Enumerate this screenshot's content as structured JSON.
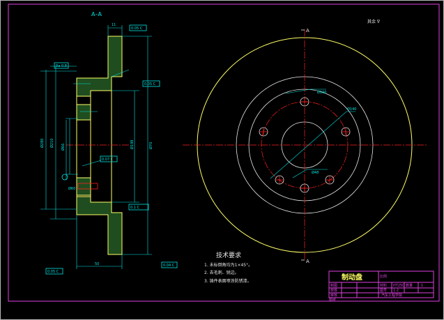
{
  "section": {
    "label": "A–A",
    "callouts": [
      {
        "id": "c1",
        "text": "0.05 C"
      },
      {
        "id": "c2",
        "text": "Ra 0.8"
      },
      {
        "id": "c3",
        "text": "0.05 C"
      },
      {
        "id": "c4",
        "text": "0.07 C"
      },
      {
        "id": "c5",
        "text": "0.1 C"
      },
      {
        "id": "c6",
        "text": "0.04 C"
      }
    ],
    "dims": [
      "Ø66",
      "Ø70",
      "Ø198",
      "Ø210",
      "Ø280",
      "Ø60",
      "11",
      "50"
    ]
  },
  "front_view": {
    "section_marks": [
      "A",
      "A"
    ],
    "dims": [
      "Ø100",
      "Ø48",
      "Ø140"
    ],
    "corner_note": "其余 ∇"
  },
  "notes": {
    "title": "技术要求",
    "items": [
      "1. 未标倒角均为1×45°。",
      "2. 去毛刺、锐边。",
      "3. 铸件表面喷涂防锈漆。"
    ]
  },
  "title_block": {
    "part_name": "制动盘",
    "cells": [
      "制图",
      "校核",
      "审核",
      "比例",
      "材料",
      "HT250",
      "数量",
      "1",
      "图号",
      "1:2",
      "汽车工程学院"
    ],
    "footer": "图纸"
  },
  "colors": {
    "frame": "#e040e0",
    "dimension": "#00e5e5",
    "outline": "#ffff66",
    "centerline": "#ff2020",
    "text": "#e6e6e6"
  }
}
